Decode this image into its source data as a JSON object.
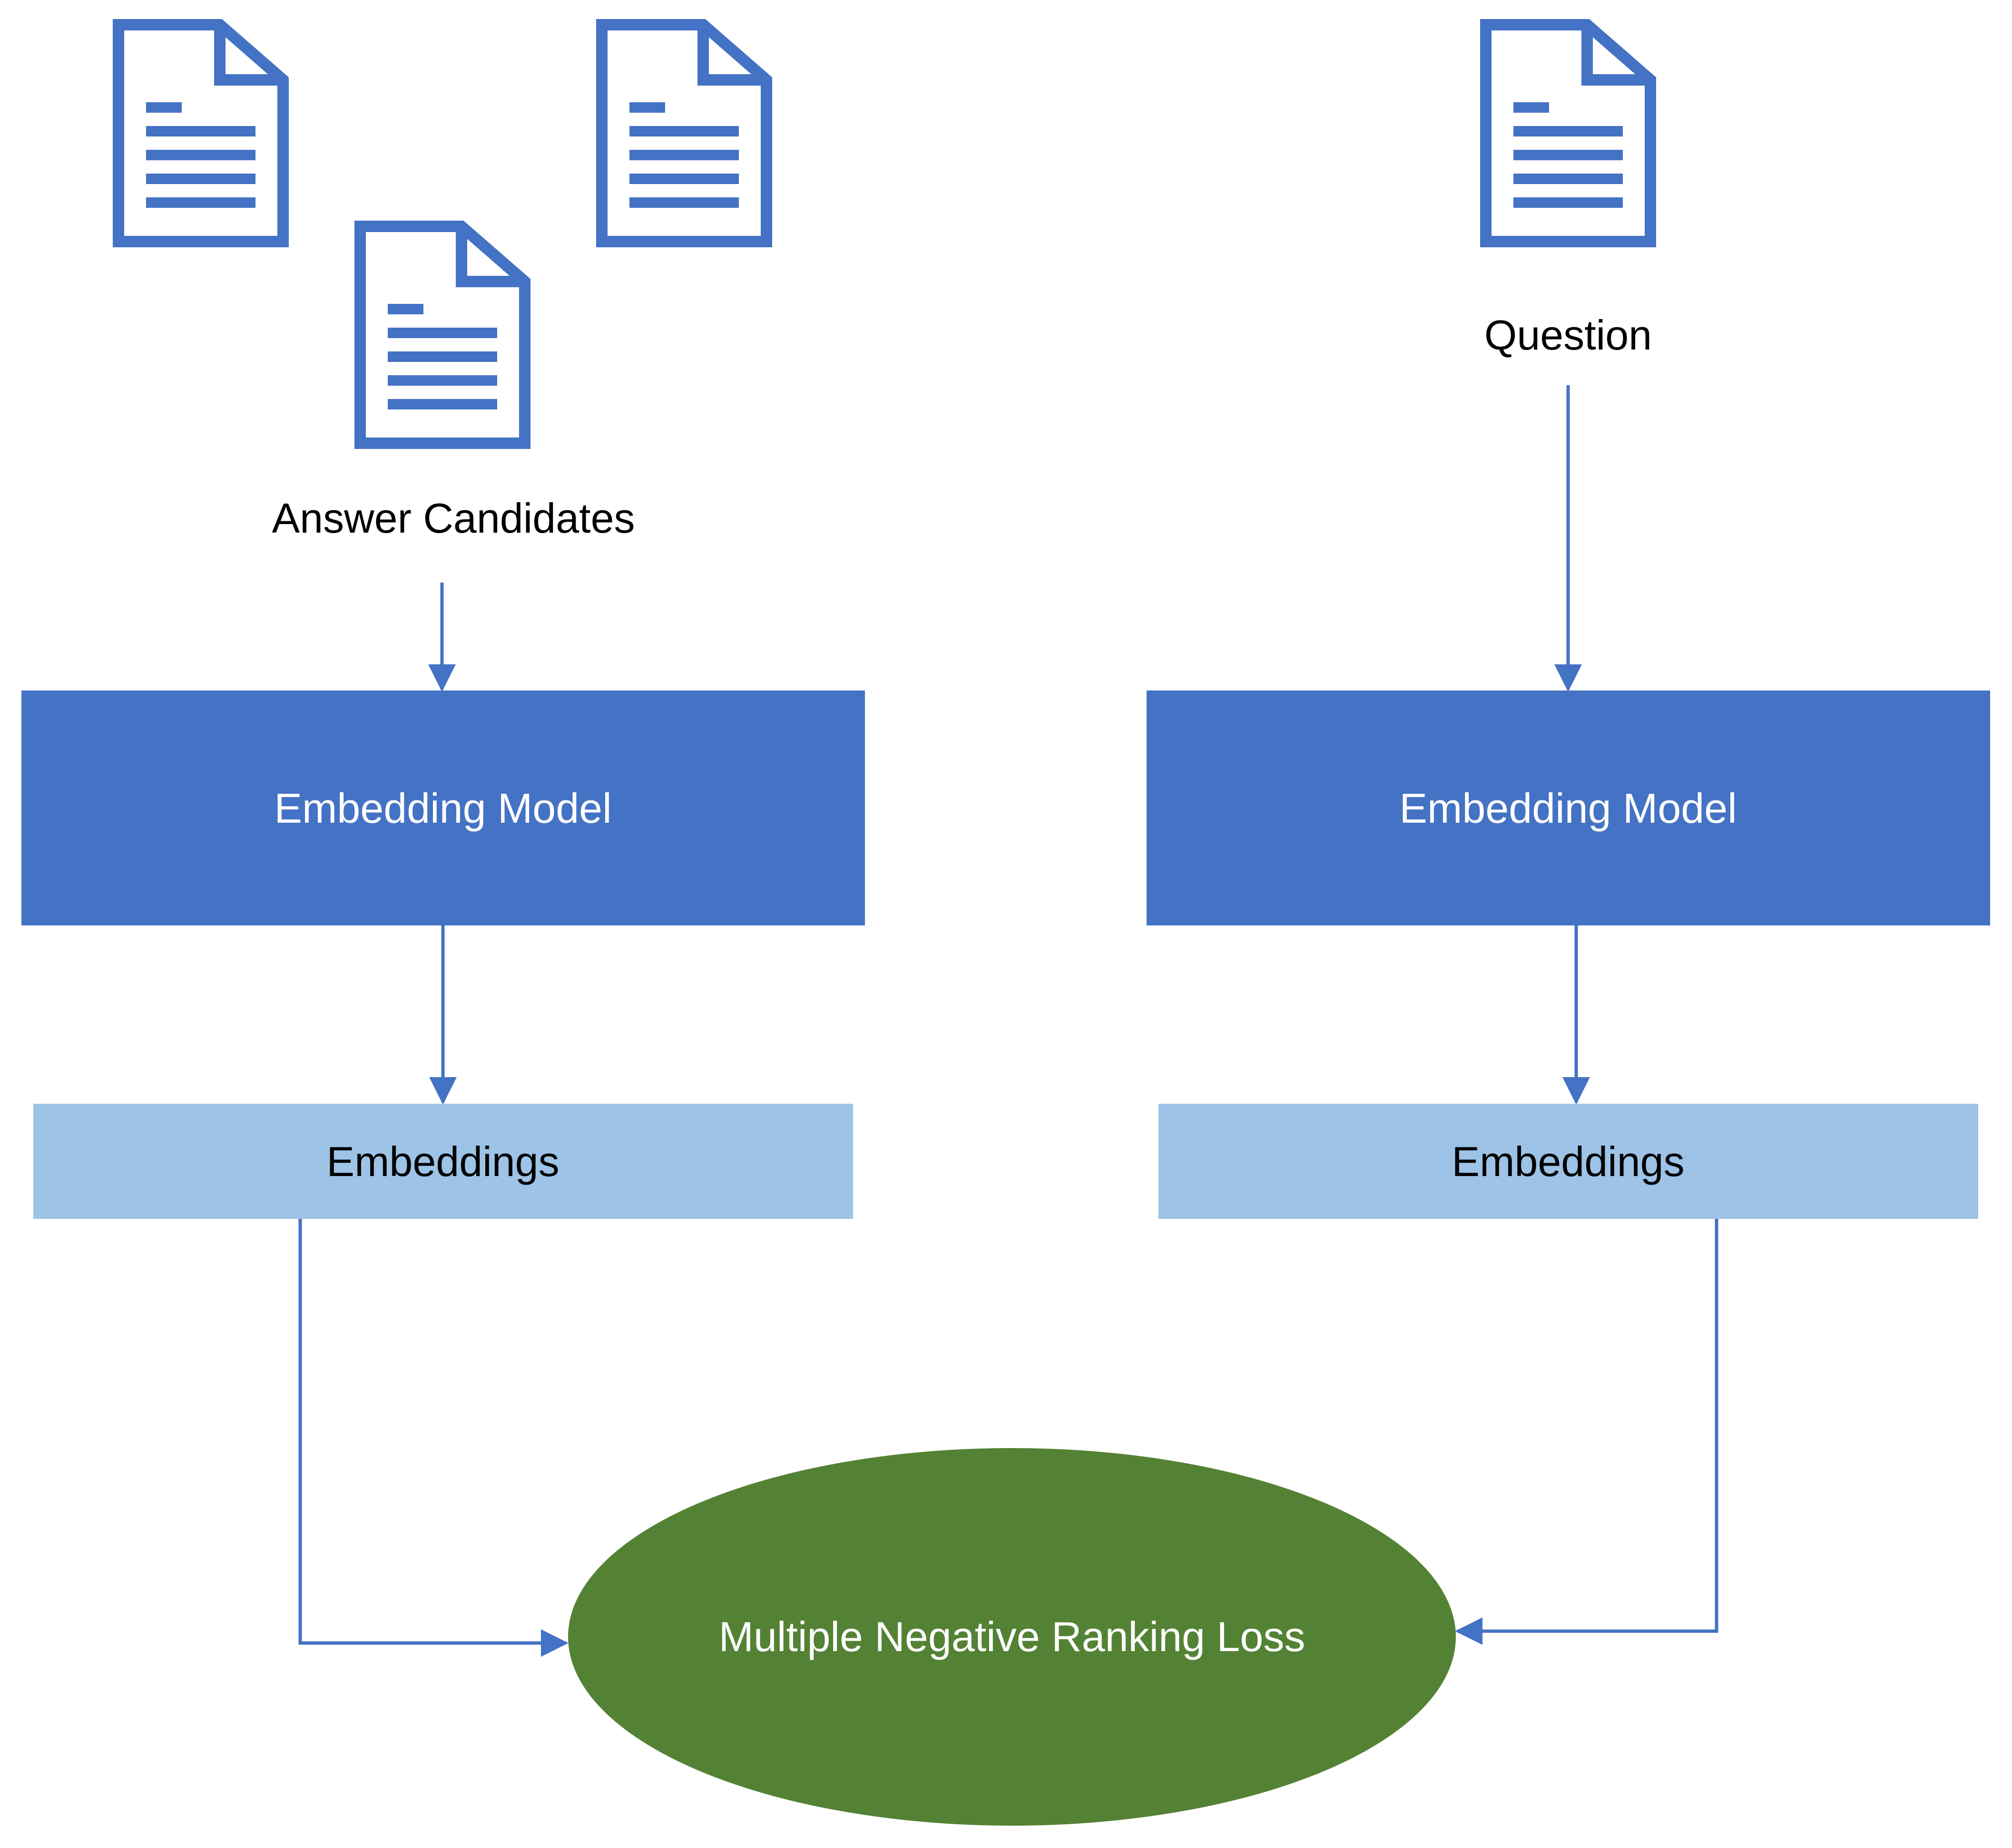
{
  "colors": {
    "doc_icon": "#4472C4",
    "model_box": "#4472C4",
    "embeddings_box": "#9DC3E6",
    "loss_ellipse": "#548235",
    "arrow": "#4472C4"
  },
  "left_branch": {
    "input_label": "Answer Candidates",
    "model_label": "Embedding Model",
    "embeddings_label": "Embeddings",
    "doc_icons": [
      "document-icon",
      "document-icon",
      "document-icon"
    ]
  },
  "right_branch": {
    "input_label": "Question",
    "model_label": "Embedding Model",
    "embeddings_label": "Embeddings",
    "doc_icons": [
      "document-icon"
    ]
  },
  "loss": {
    "label": "Multiple Negative Ranking Loss"
  }
}
